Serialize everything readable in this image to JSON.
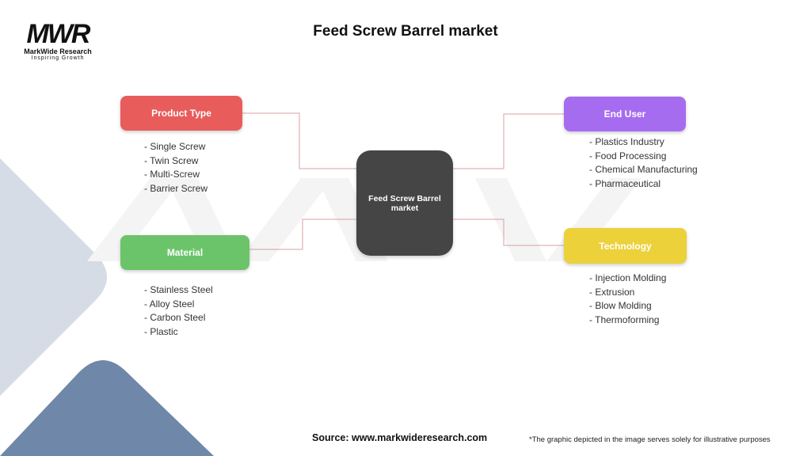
{
  "title": "Feed Screw Barrel market",
  "logo": {
    "mark": "MWR",
    "name": "MarkWide Research",
    "tagline": "Inspiring Growth"
  },
  "center": {
    "label": "Feed Screw Barrel market",
    "color": "#454545"
  },
  "nodes": [
    {
      "label": "Product Type",
      "color": "#e85c5c",
      "items": [
        "- Single Screw",
        "- Twin Screw",
        "- Multi-Screw",
        "- Barrier Screw"
      ]
    },
    {
      "label": "Material",
      "color": "#6cc46a",
      "items": [
        "- Stainless Steel",
        "- Alloy Steel",
        "- Carbon Steel",
        "- Plastic"
      ]
    },
    {
      "label": "End User",
      "color": "#a66cf0",
      "items": [
        "- Plastics Industry",
        "- Food Processing",
        "- Chemical Manufacturing",
        "- Pharmaceutical"
      ]
    },
    {
      "label": "Technology",
      "color": "#ecd13a",
      "items": [
        "- Injection Molding",
        "- Extrusion",
        "- Blow Molding",
        "- Thermoforming"
      ]
    }
  ],
  "footer": {
    "source": "Source: www.markwideresearch.com",
    "disclaimer": "*The graphic depicted in the image serves solely for illustrative purposes"
  }
}
